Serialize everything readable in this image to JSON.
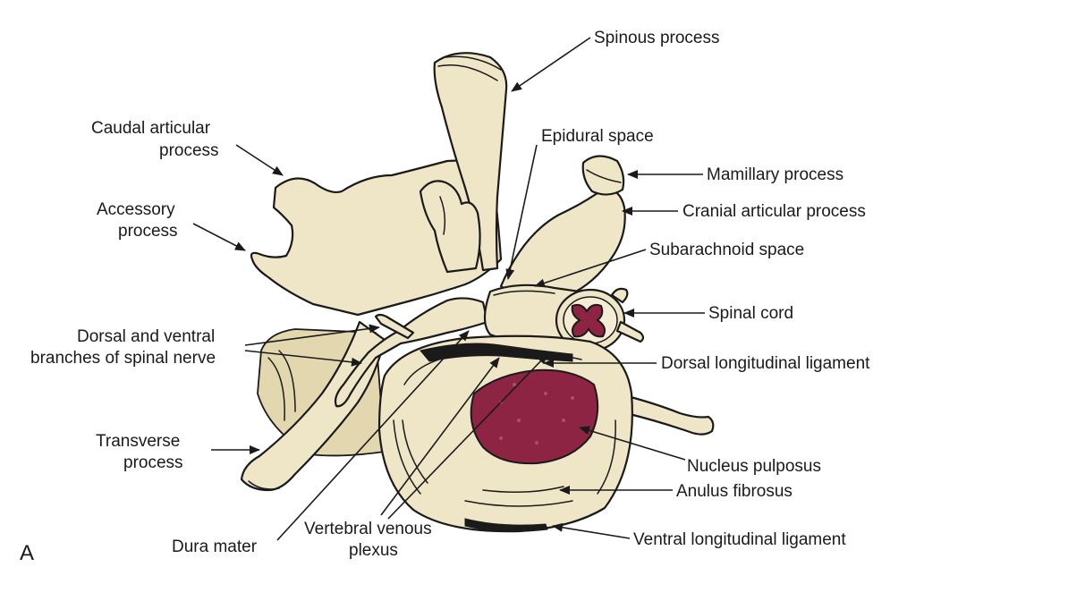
{
  "panel_letter": "A",
  "labels": {
    "spinous_process": "Spinous process",
    "caudal_articular_process_1": "Caudal articular",
    "caudal_articular_process_2": "process",
    "epidural_space": "Epidural space",
    "mamillary_process": "Mamillary process",
    "accessory_process_1": "Accessory",
    "accessory_process_2": "process",
    "cranial_articular_process": "Cranial articular process",
    "subarachnoid_space": "Subarachnoid space",
    "spinal_cord": "Spinal cord",
    "spinal_nerve_branches_1": "Dorsal and ventral",
    "spinal_nerve_branches_2": "branches of spinal nerve",
    "dorsal_longitudinal_ligament": "Dorsal longitudinal ligament",
    "transverse_process_1": "Transverse",
    "transverse_process_2": "process",
    "nucleus_pulposus": "Nucleus pulposus",
    "anulus_fibrosus": "Anulus fibrosus",
    "dura_mater": "Dura mater",
    "vertebral_venous_plexus_1": "Vertebral venous",
    "vertebral_venous_plexus_2": "plexus",
    "ventral_longitudinal_ligament": "Ventral longitudinal ligament"
  },
  "colors": {
    "bone": "#efe6c8",
    "nucleus": "#8e2444",
    "ink": "#1a1a1a"
  }
}
